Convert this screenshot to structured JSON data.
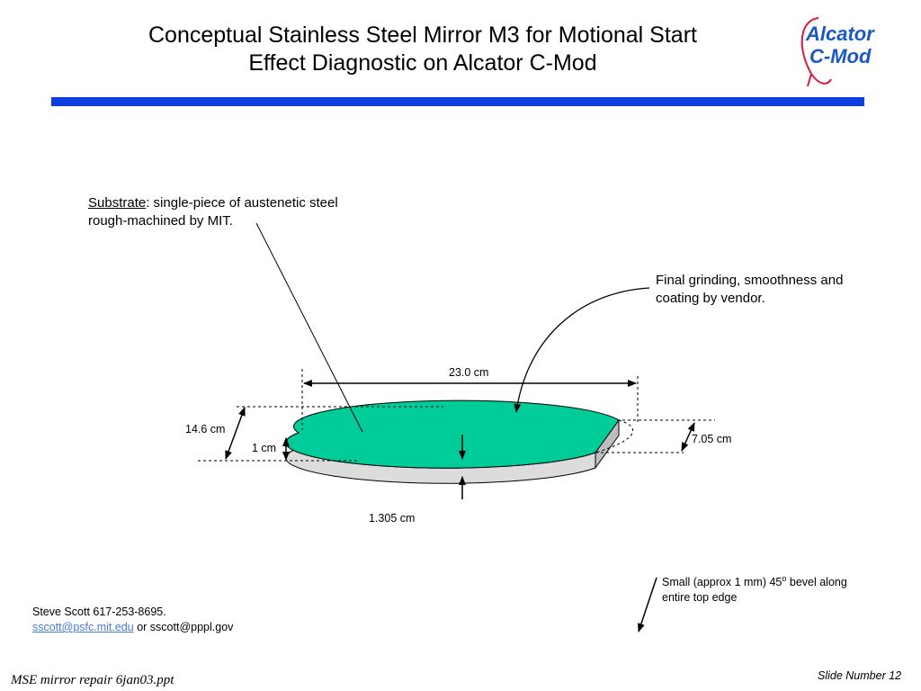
{
  "slide": {
    "title_line1": "Conceptual Stainless Steel Mirror M3 for Motional Start",
    "title_line2": "Effect Diagnostic on Alcator C-Mod",
    "logo": {
      "line1": "Alcator",
      "line2": "C-Mod"
    },
    "colors": {
      "title_bar": "#0d3fe0",
      "mirror_top": "#00cc99",
      "logo_text": "#1c57c8",
      "logo_swoosh": "#d81b3c",
      "link": "#4a7bd8"
    }
  },
  "annotations": {
    "substrate_label": "Substrate",
    "substrate_text_1": ":  single-piece of austenetic steel",
    "substrate_text_2": "rough-machined by MIT.",
    "vendor_text_1": "Final grinding, smoothness and",
    "vendor_text_2": "coating by vendor.",
    "bevel_text_1": "Small (approx 1 mm) 45",
    "bevel_superscript": "o",
    "bevel_text_1b": " bevel along",
    "bevel_text_2": "entire top edge"
  },
  "dimensions": {
    "length": "23.0 cm",
    "width": "14.6 cm",
    "thickness": "1 cm",
    "edge_width": "7.05 cm",
    "center_thickness": "1.305 cm"
  },
  "contact": {
    "name_phone": "Steve Scott  617-253-8695.",
    "email_mit": "sscott@psfc.mit.edu",
    "email_separator": "  or sscott@pppl.gov"
  },
  "footer": {
    "filename": "MSE mirror repair 6jan03.ppt",
    "slide_number": "Slide Number 12"
  }
}
